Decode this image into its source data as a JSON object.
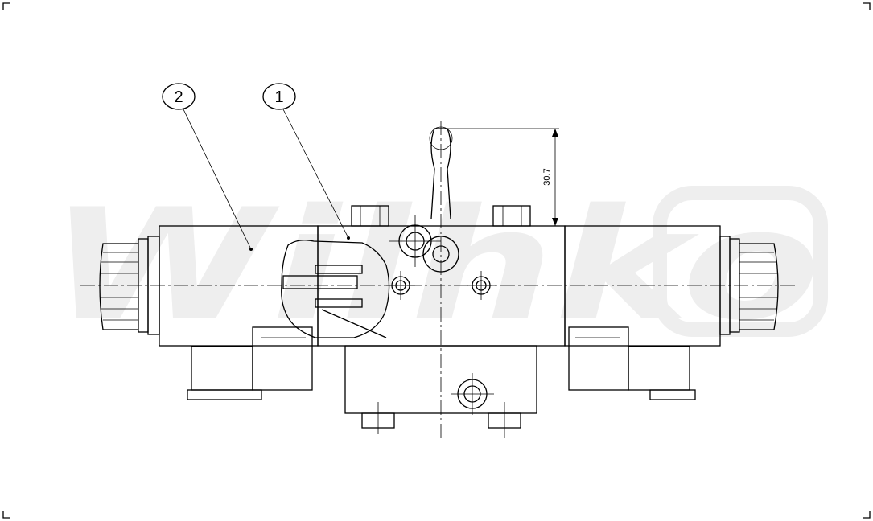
{
  "watermark": {
    "text": "Wilhko"
  },
  "balloons": [
    {
      "id": "balloon-2",
      "label": "2"
    },
    {
      "id": "balloon-1",
      "label": "1"
    }
  ],
  "dimension": {
    "value": "30.7"
  }
}
